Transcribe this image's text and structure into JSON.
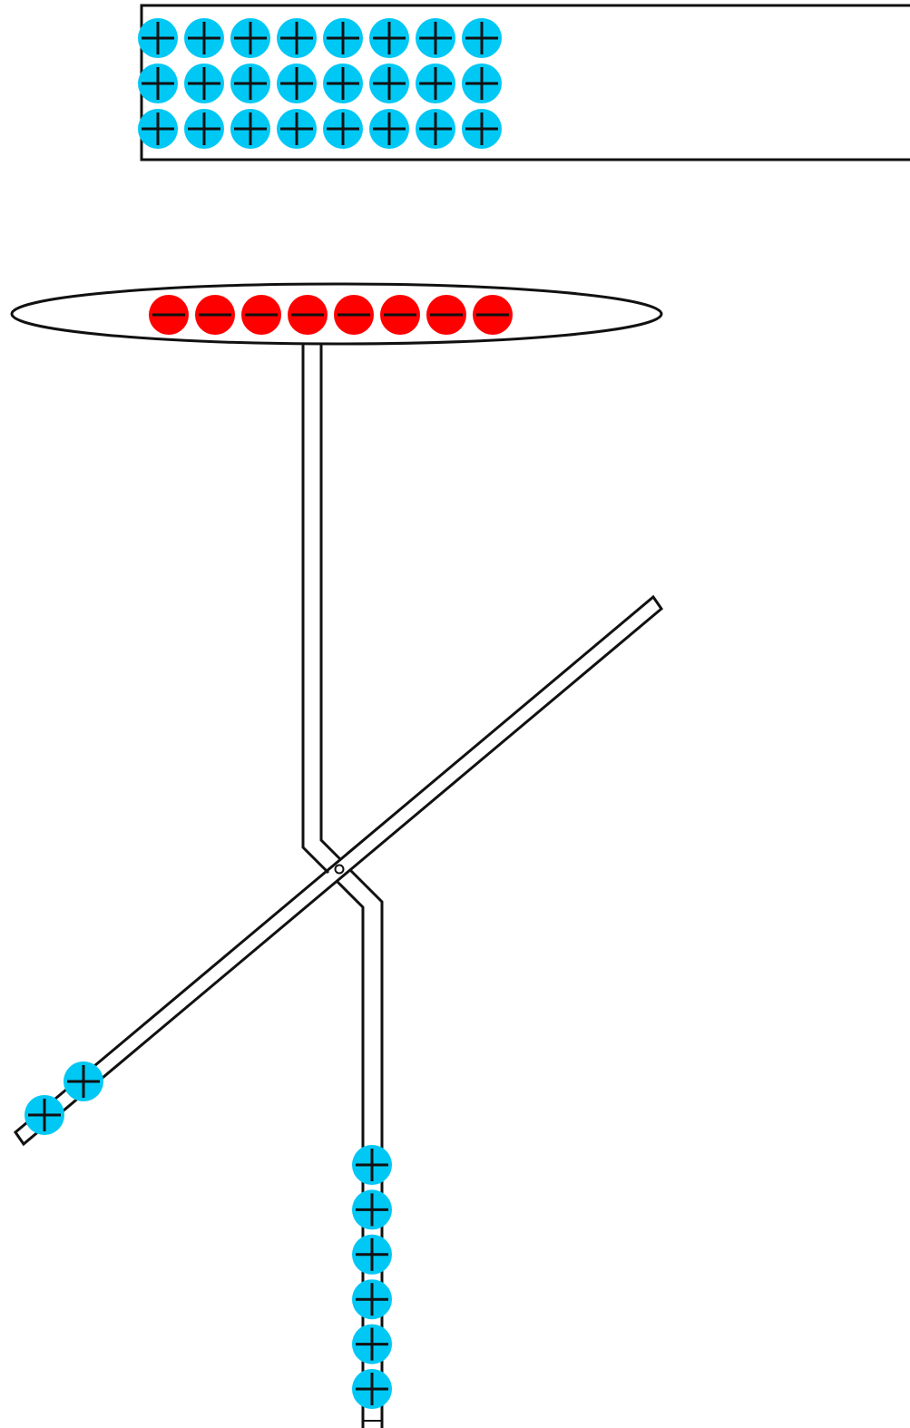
{
  "colors": {
    "positive_charge": "#00c8f4",
    "negative_charge": "#ff0000",
    "outline": "#111111",
    "background": "#ffffff"
  },
  "charged_rod": {
    "charge_sign": "positive",
    "charge_count": 24,
    "rows": 3,
    "per_row": 8
  },
  "electroscope": {
    "top_plate": {
      "charge_sign": "negative",
      "charge_count": 8
    },
    "movable_leaf": {
      "charge_sign": "positive",
      "charge_count": 2
    },
    "fixed_stem": {
      "charge_sign": "positive",
      "charge_count": 6
    }
  }
}
